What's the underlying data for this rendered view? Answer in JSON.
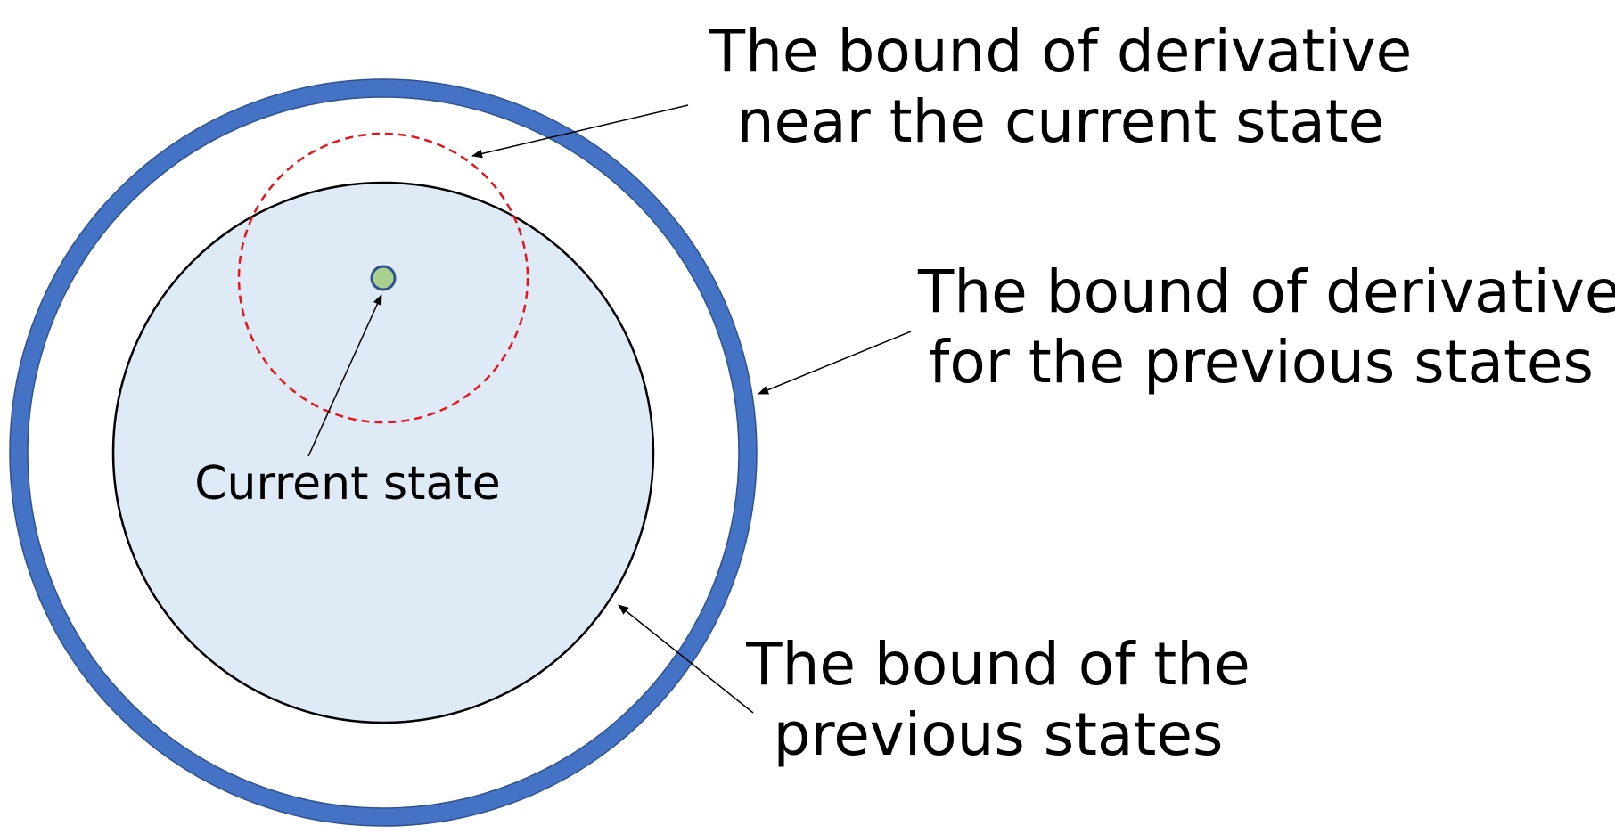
{
  "labels": {
    "derivative_current": [
      "The bound of derivative",
      "near the current state"
    ],
    "derivative_previous": [
      "The bound of derivative",
      "for the previous states"
    ],
    "previous_states": [
      "The bound of the",
      "previous states"
    ],
    "current_state": "Current state"
  },
  "colors": {
    "outer_ring": "#4472C4",
    "outer_ring_edge": "#2F528F",
    "inner_fill": "#DEEAF6",
    "inner_stroke": "#000000",
    "dashed_circle": "#E8131B",
    "point_fill": "#A9D18E",
    "point_stroke": "#2F528F",
    "arrow": "#000000"
  }
}
